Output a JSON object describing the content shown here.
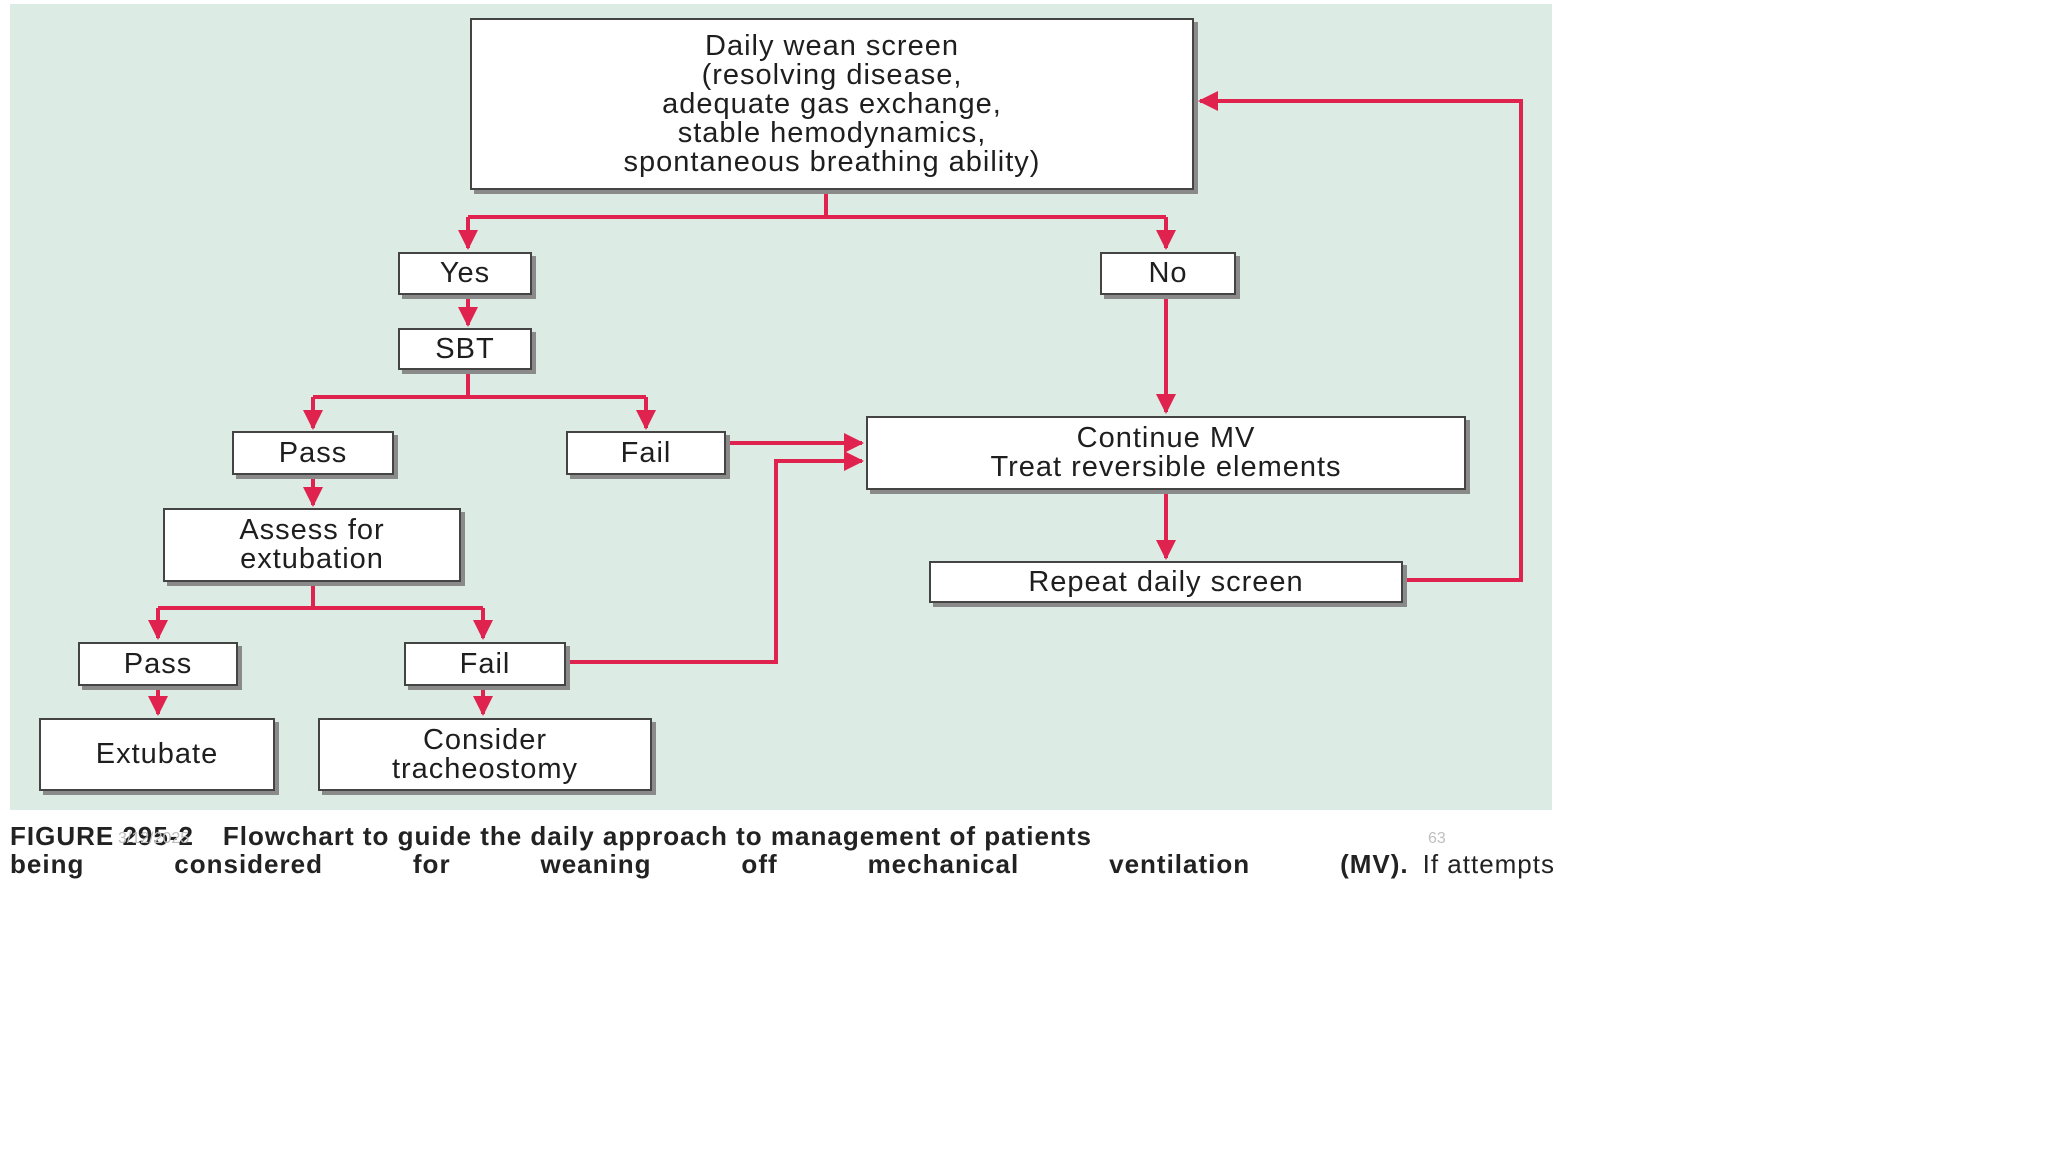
{
  "flowchart": {
    "screen": [
      "Daily wean screen",
      "(resolving disease,",
      "adequate gas exchange,",
      "stable hemodynamics,",
      "spontaneous breathing ability)"
    ],
    "yes": "Yes",
    "no": "No",
    "sbt": "SBT",
    "pass1": "Pass",
    "fail1": "Fail",
    "assess": [
      "Assess for",
      "extubation"
    ],
    "pass2": "Pass",
    "fail2": "Fail",
    "extubate": "Extubate",
    "tracheostomy": [
      "Consider",
      "tracheostomy"
    ],
    "continue_mv": [
      "Continue MV",
      "Treat reversible elements"
    ],
    "repeat": "Repeat daily screen"
  },
  "caption": {
    "label": "FIGURE 295-2",
    "line1": "Flowchart to guide the daily approach to management of patients",
    "line2_bold": "being considered for weaning off mechanical ventilation (MV).",
    "line2_tail": "If attempts"
  },
  "slide": {
    "date": "3/12/2025",
    "number": "63"
  },
  "colors": {
    "connector": "#e0224f",
    "background": "#dcebe3"
  }
}
